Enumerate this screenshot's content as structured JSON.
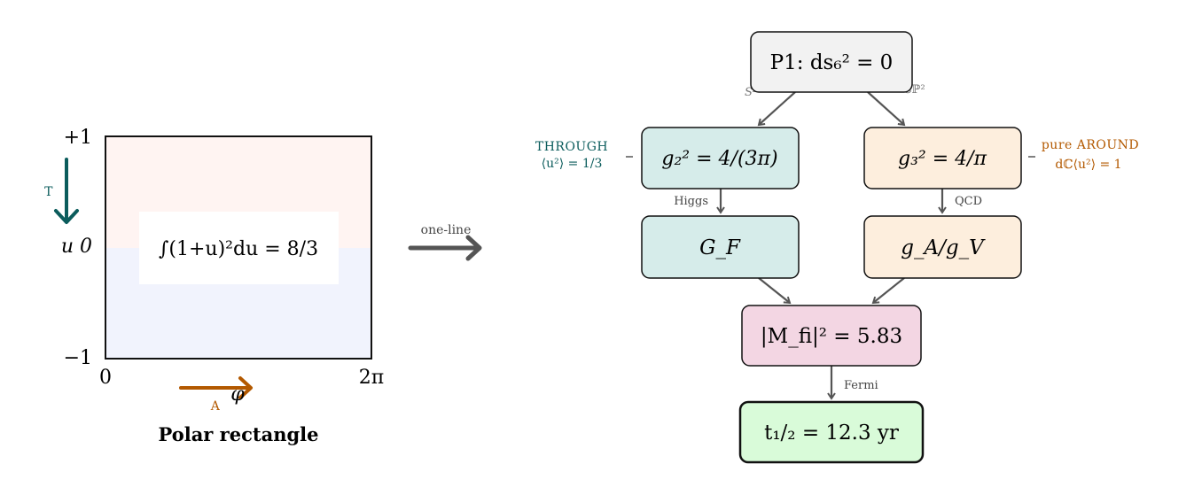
{
  "colors": {
    "teal": "#0b5c5c",
    "orange": "#b35900",
    "gray_arrow": "#555555",
    "box_gray": "#f2f2f2",
    "box_teal": "#d6ecea",
    "box_orange": "#fdeedd",
    "box_pink": "#f3d6e3",
    "box_green": "#d9fbd9",
    "rect_top": "#fff4f2",
    "rect_bottom": "#f1f3fd"
  },
  "left_panel": {
    "y_top": "+1",
    "y_zero": "u 0",
    "y_bottom": "−1",
    "x_left": "0",
    "x_right": "2π",
    "t_label": "T",
    "a_label": "A",
    "phi_label": "φ",
    "integral": "∫(1+u)²du = 8/3",
    "caption": "Polar rectangle"
  },
  "middle": {
    "arrow_label": "one-line"
  },
  "flow": {
    "p1": "P1: ds₆² = 0",
    "edge_s2": "S²",
    "edge_cp2": "ℂℙ²",
    "g2": "g₂² = 4/(3π)",
    "g3": "g₃² = 4/π",
    "through_title": "THROUGH",
    "through_value": "⟨u²⟩ = 1/3",
    "around_title": "pure AROUND",
    "around_value": "dℂ⟨u²⟩ = 1",
    "edge_higgs": "Higgs",
    "edge_qcd": "QCD",
    "gf": "G_F",
    "ga": "g_A/g_V",
    "mfi": "|M_fi|² = 5.83",
    "edge_fermi": "Fermi",
    "t12": "t₁/₂ = 12.3 yr"
  }
}
